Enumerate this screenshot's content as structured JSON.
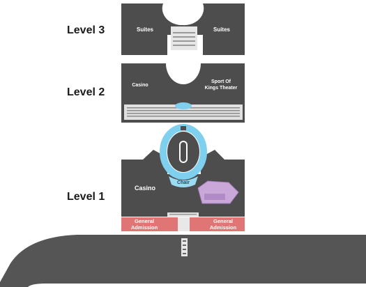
{
  "levels": [
    {
      "label": "Level 3",
      "areas": [
        "Suites",
        "Suites"
      ]
    },
    {
      "label": "Level 2",
      "areas": [
        "Casino",
        "Sport Of",
        "Kings Theater"
      ]
    },
    {
      "label": "Level 1",
      "areas": [
        "Casino",
        "Chair"
      ]
    }
  ],
  "level1": {
    "general_admission_left": [
      "General",
      "Admission"
    ],
    "general_admission_right": [
      "General",
      "Admission"
    ]
  },
  "colors": {
    "block": "#4d4d4d",
    "track": "#555555",
    "seat_section": "#7fd0ef",
    "chair_section": "#9bdcf2",
    "theater_section": "#c9a8d9",
    "general_admission": "#e07575"
  }
}
